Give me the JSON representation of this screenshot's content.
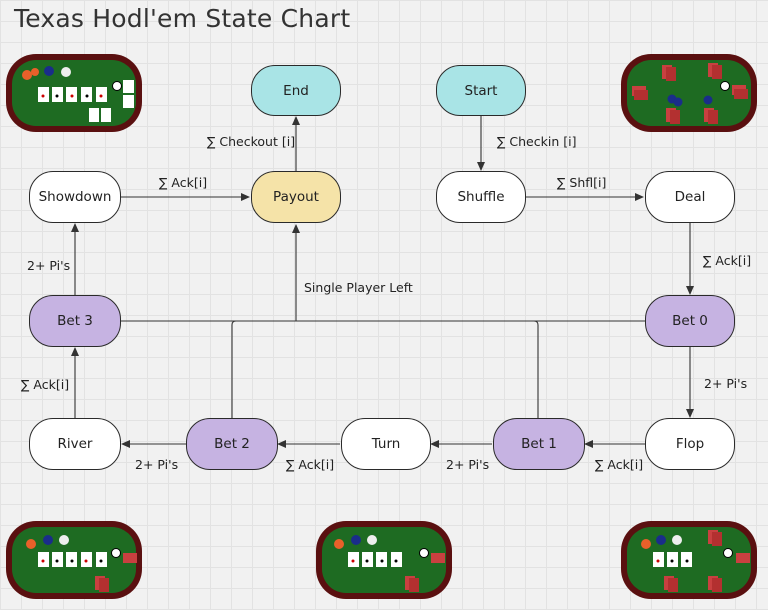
{
  "title": "Texas Hodl'em State Chart",
  "nodes": {
    "end": "End",
    "start": "Start",
    "showdown": "Showdown",
    "payout": "Payout",
    "shuffle": "Shuffle",
    "deal": "Deal",
    "bet3": "Bet 3",
    "bet0": "Bet 0",
    "river": "River",
    "bet2": "Bet 2",
    "turn": "Turn",
    "bet1": "Bet 1",
    "flop": "Flop"
  },
  "edges": {
    "checkout": "∑ Checkout [i]",
    "checkin": "∑ Checkin [i]",
    "showdown_payout": "∑ Ack[i]",
    "shuffle_deal": "∑ Shfl[i]",
    "deal_bet0": "∑ Ack[i]",
    "bet3_showdown": "2+ Pi's",
    "single_player": "Single Player Left",
    "bet0_flop": "2+ Pi's",
    "river_bet3": "∑ Ack[i]",
    "bet2_river": "2+ Pi's",
    "turn_bet2": "∑ Ack[i]",
    "bet1_turn": "2+ Pi's",
    "flop_bet1": "∑ Ack[i]"
  },
  "colors": {
    "terminal": "#a9e4e6",
    "payout": "#f5e3a8",
    "bet": "#c6b3e2",
    "table_felt": "#1e6b22",
    "table_rail": "#5a1010"
  },
  "table_icons": [
    "poker-table-icon",
    "poker-table-icon",
    "poker-table-icon",
    "poker-table-icon",
    "poker-table-icon"
  ]
}
